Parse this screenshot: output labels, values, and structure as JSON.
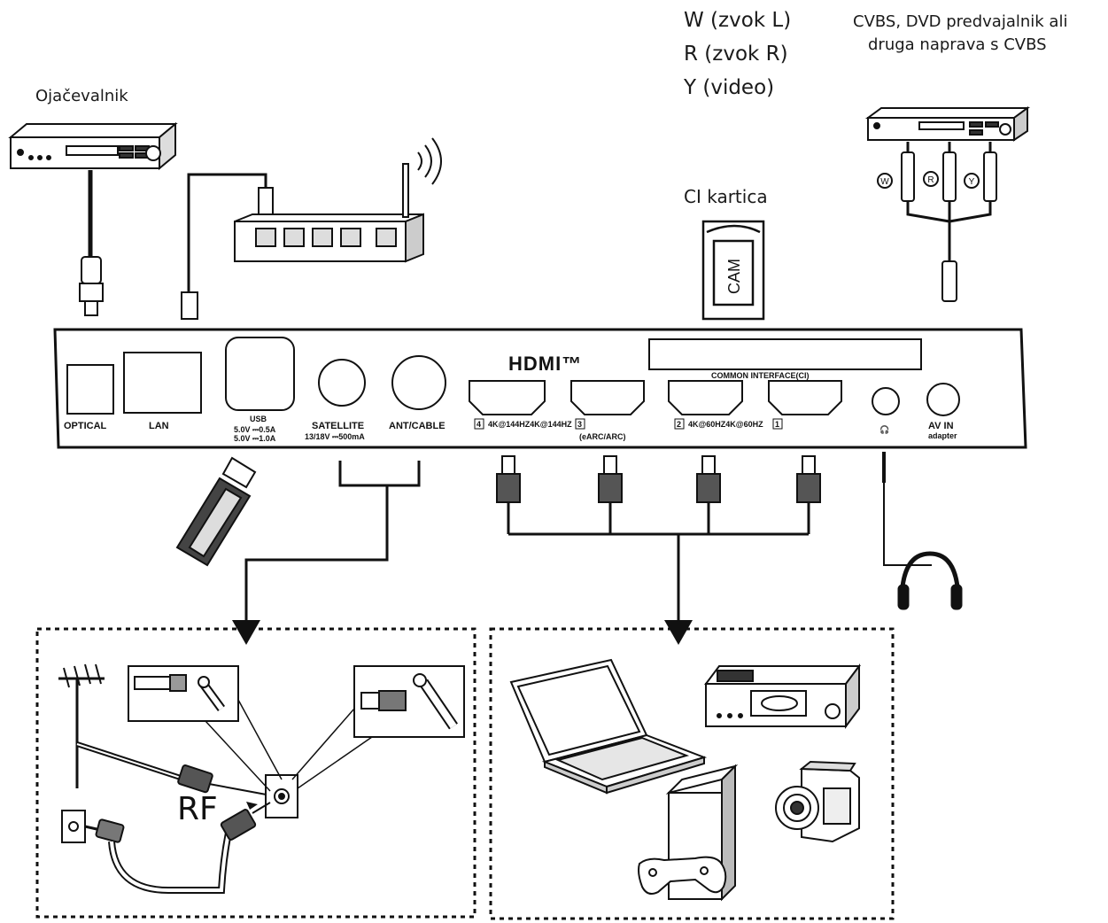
{
  "labels": {
    "amplifier": "Ojačevalnik",
    "audio_left": "W (zvok L)",
    "audio_right": "R (zvok R)",
    "video": "Y (video)",
    "cvbs_line1": "CVBS, DVD predvajalnik ali",
    "cvbs_line2": "druga naprava s CVBS",
    "ci_card": "CI kartica",
    "rf": "RF"
  },
  "panel": {
    "optical": "OPTICAL",
    "lan": "LAN",
    "usb": "USB",
    "usb_spec1": "5.0V ⎓0.5A",
    "usb_spec2": "5.0V ⎓1.0A",
    "satellite": "SATELLITE",
    "satellite_spec": "13/18V ⎓500mA",
    "ant_cable": "ANT/CABLE",
    "hdmi_logo": "HDMI™",
    "common_interface": "COMMON INTERFACE(CI)",
    "hdmi4_num": "4",
    "hdmi4_spec": "4K@144HZ4K@144HZ",
    "hdmi3_num": "3",
    "earc": "(eARC/ARC)",
    "hdmi2_num": "2",
    "hdmi2_spec": "4K@60HZ4K@60HZ",
    "hdmi1_num": "1",
    "headphone": "🎧",
    "av_in": "AV IN",
    "av_adapter": "adapter"
  },
  "cam_card": "CAM",
  "rca": {
    "w": "W",
    "r": "R",
    "y": "Y"
  }
}
